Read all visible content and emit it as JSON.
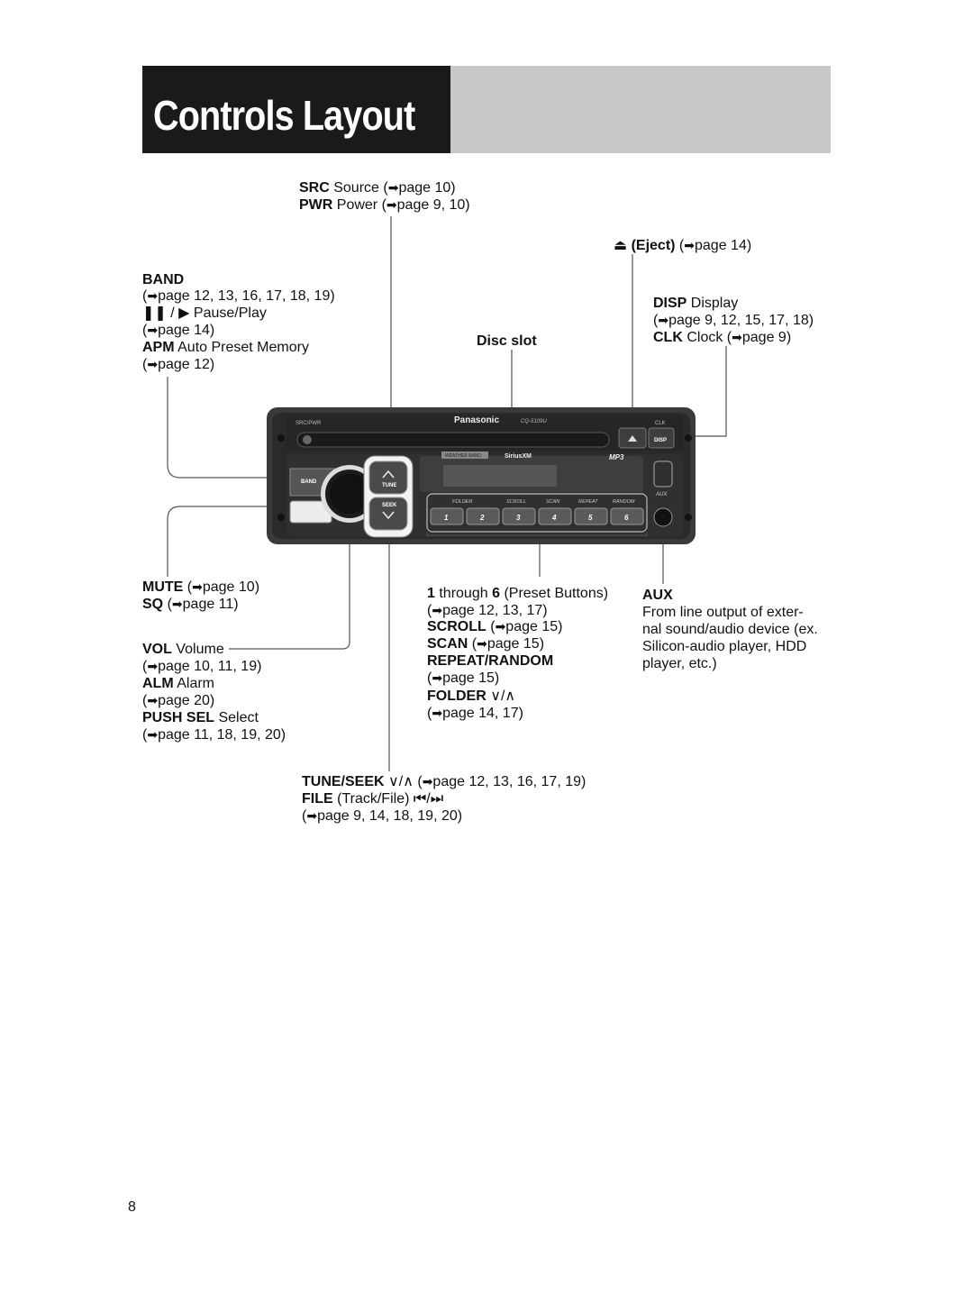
{
  "header": {
    "title": "Controls Layout"
  },
  "labels": {
    "src": {
      "key": "SRC",
      "text": "Source",
      "ref": "page 10"
    },
    "pwr": {
      "key": "PWR",
      "text": "Power",
      "ref": "page 9, 10"
    },
    "eject": {
      "key": "Eject",
      "ref": "page 14"
    },
    "band": {
      "key": "BAND",
      "ref": "page 12, 13, 16, 17, 18, 19"
    },
    "pauseplay": {
      "text": "Pause/Play",
      "ref": "page 14"
    },
    "apm": {
      "key": "APM",
      "text": "Auto Preset Memory",
      "ref": "page 12"
    },
    "disc_slot": {
      "key": "Disc slot"
    },
    "disp": {
      "key": "DISP",
      "text": "Display",
      "ref": "page 9, 12, 15, 17, 18"
    },
    "clk": {
      "key": "CLK",
      "text": "Clock",
      "ref": "page 9"
    },
    "mute": {
      "key": "MUTE",
      "ref": "page 10"
    },
    "sq": {
      "key": "SQ",
      "ref": "page 11"
    },
    "vol": {
      "key": "VOL",
      "text": "Volume",
      "ref": "page 10, 11, 19"
    },
    "alm": {
      "key": "ALM",
      "text": "Alarm",
      "ref": "page 20"
    },
    "pushsel": {
      "key": "PUSH SEL",
      "text": "Select",
      "ref": "page 11, 18, 19, 20"
    },
    "preset": {
      "n1": "1",
      "through": "through",
      "n6": "6",
      "text": "(Preset Buttons)",
      "ref": "page 12, 13, 17"
    },
    "scroll": {
      "key": "SCROLL",
      "ref": "page 15"
    },
    "scan": {
      "key": "SCAN",
      "ref": "page 15"
    },
    "repeat": {
      "key": "REPEAT/RANDOM",
      "ref": "page 15"
    },
    "folder": {
      "key": "FOLDER",
      "ref": "page 14, 17"
    },
    "aux": {
      "key": "AUX",
      "desc1": "From line output of exter-",
      "desc2": "nal sound/audio device (ex.",
      "desc3": "Silicon-audio player, HDD",
      "desc4": "player, etc.)"
    },
    "tuneseek": {
      "key": "TUNE/SEEK",
      "ref": "page 12, 13, 16, 17, 19"
    },
    "file": {
      "key": "FILE",
      "text": "(Track/File)",
      "ref": "page 9, 14, 18, 19, 20"
    }
  },
  "unit": {
    "brand": "Panasonic",
    "model": "CQ-5109U",
    "src_pwr": "SRC/PWR",
    "clk": "CLK",
    "disp": "DISP",
    "band": "BAND",
    "tune": "TUNE",
    "seek": "SEEK",
    "weather_band": "WEATHER BAND",
    "sirius": "SiriusXM",
    "mp3": "MP3",
    "aux": "AUX",
    "strip": [
      "FOLDER",
      "SCROLL",
      "SCAN",
      "REPEAT",
      "RANDOM"
    ],
    "presets": [
      "1",
      "2",
      "3",
      "4",
      "5",
      "6"
    ]
  },
  "footer": {
    "page_number": "8"
  }
}
